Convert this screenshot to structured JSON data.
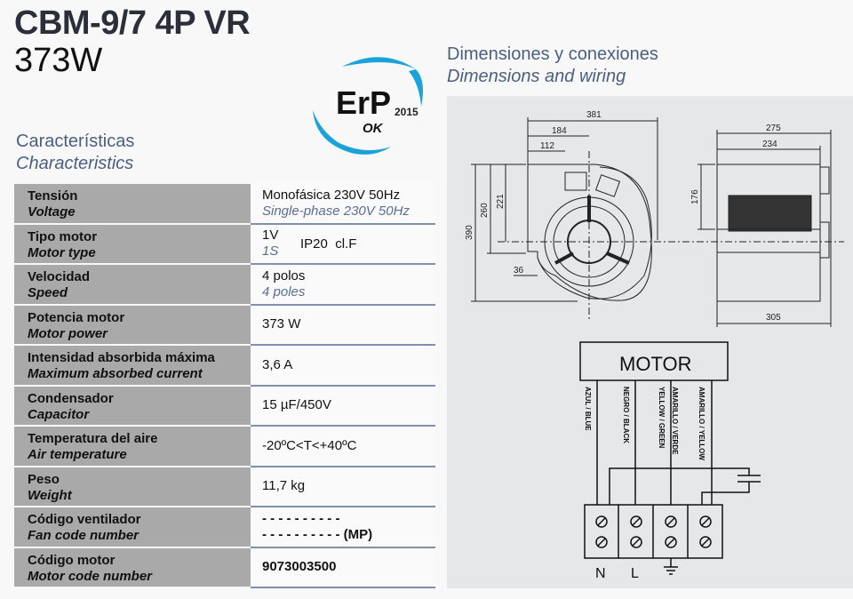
{
  "header": {
    "title": "CBM-9/7 4P VR",
    "subtitle": "373W"
  },
  "logo": {
    "text": "ErP",
    "year": "2015",
    "status": "OK",
    "color": "#1aa3d9"
  },
  "characteristics": {
    "title_es": "Características",
    "title_en": "Characteristics"
  },
  "dimensions": {
    "title_es": "Dimensiones y conexiones",
    "title_en": "Dimensions and wiring",
    "front": {
      "width": "381",
      "d184": "184",
      "d112": "112",
      "height": "390",
      "d260": "260",
      "d221": "221",
      "d36": "36"
    },
    "side": {
      "d275": "275",
      "d234": "234",
      "d176": "176",
      "d305": "305"
    }
  },
  "wiring": {
    "motor_label": "MOTOR",
    "wires": [
      "AZUL / BLUE",
      "NEGRO / BLACK",
      "YELLOW / GREEN",
      "AMARILLO / VERDE",
      "AMARILLO / YELLOW"
    ],
    "terminals": [
      "N",
      "L"
    ]
  },
  "rows": [
    {
      "es": "Tensión",
      "en": "Voltage",
      "v1": "Monofásica 230V 50Hz",
      "v2": "Single-phase 230V 50Hz"
    },
    {
      "es": "Tipo motor",
      "en": "Motor type",
      "v1": "1V",
      "v2": "1S",
      "v3": "IP20  cl.F"
    },
    {
      "es": "Velocidad",
      "en": "Speed",
      "v1": "4 polos",
      "v2": "4 poles"
    },
    {
      "es": "Potencia motor",
      "en": "Motor power",
      "v1": "373 W"
    },
    {
      "es": "Intensidad absorbida máxima",
      "en": "Maximum absorbed current",
      "v1": "3,6 A"
    },
    {
      "es": "Condensador",
      "en": "Capacitor",
      "v1": "15 µF/450V"
    },
    {
      "es": "Temperatura del aire",
      "en": "Air temperature",
      "v1": "-20ºC<T<+40ºC"
    },
    {
      "es": "Peso",
      "en": "Weight",
      "v1": "11,7 kg"
    },
    {
      "es": "Código ventilador",
      "en": "Fan code number",
      "v1": "- - - - - - - - - -",
      "v2": "- - - - - - - - - - (MP)"
    },
    {
      "es": "Código motor",
      "en": "Motor code number",
      "v1": "9073003500"
    }
  ]
}
